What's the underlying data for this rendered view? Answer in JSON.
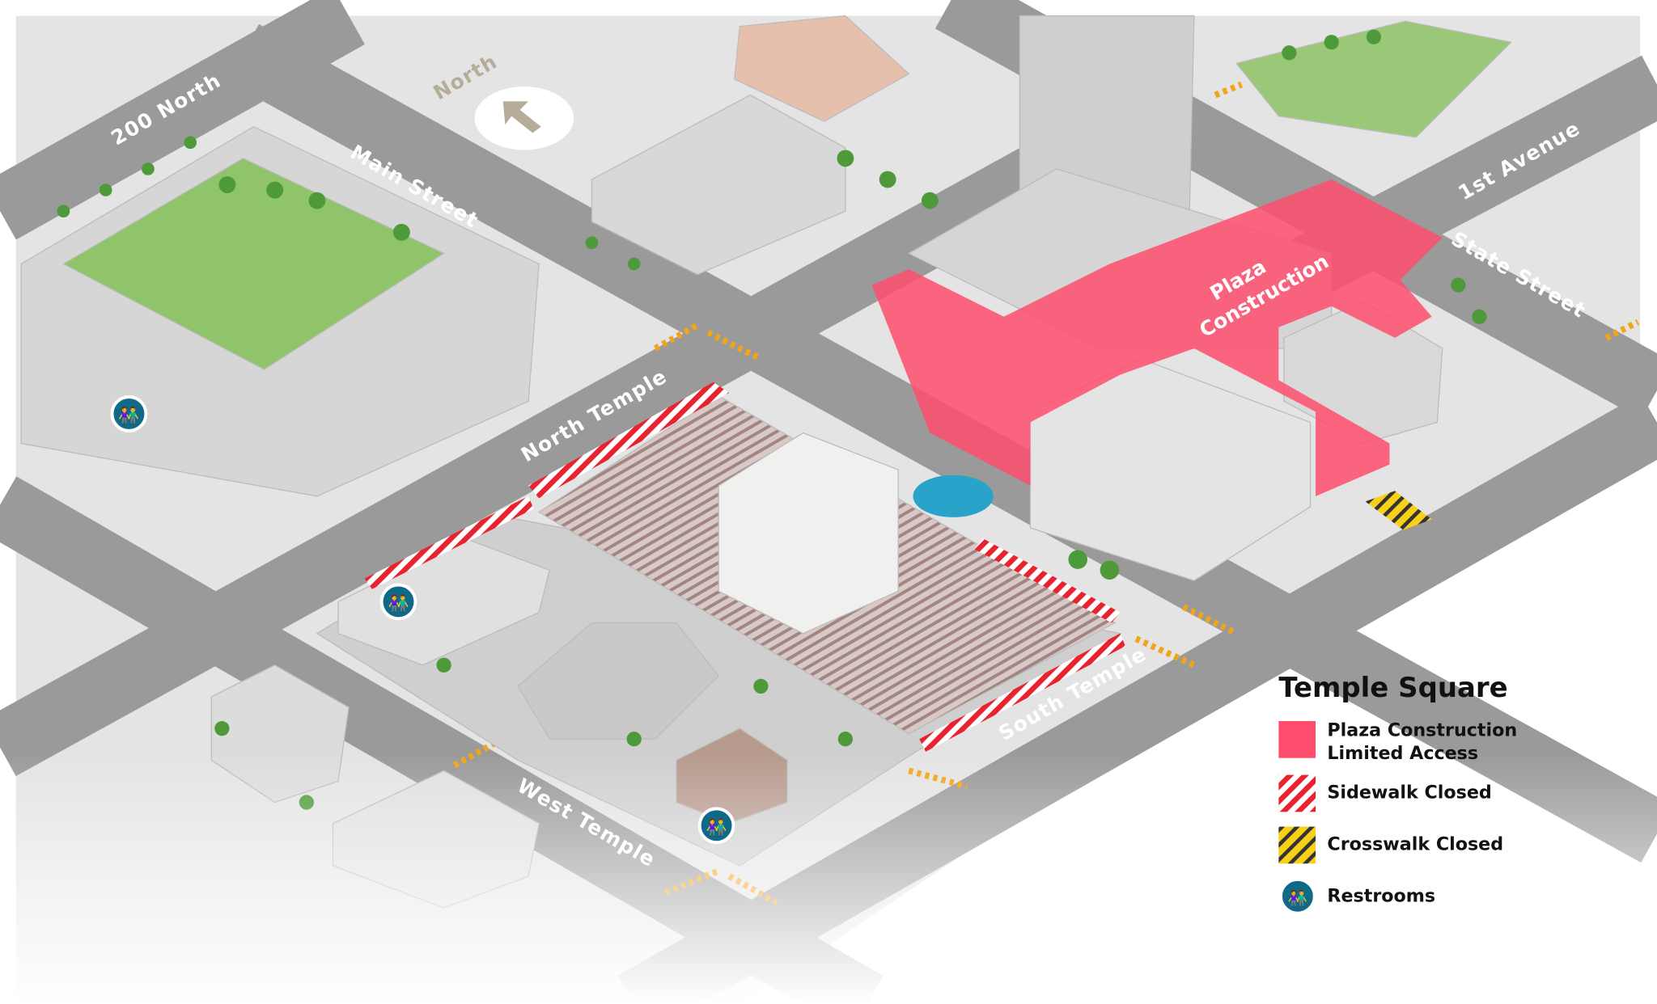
{
  "map": {
    "title": "Temple Square",
    "compass_label": "North",
    "streets": {
      "north_200": "200 North",
      "main_street": "Main Street",
      "north_temple": "North Temple",
      "south_temple": "South Temple",
      "west_temple": "West Temple",
      "first_avenue": "1st Avenue",
      "state_street": "State Street"
    },
    "plaza_label_line1": "Plaza",
    "plaza_label_line2": "Construction"
  },
  "legend": {
    "title": "Temple Square",
    "items": [
      {
        "label_line1": "Plaza Construction",
        "label_line2": "Limited Access",
        "icon": "pink-area-swatch",
        "color": "#ff4d6d"
      },
      {
        "label_line1": "Sidewalk Closed",
        "icon": "red-striped-swatch",
        "color": "#e8222e"
      },
      {
        "label_line1": "Crosswalk Closed",
        "icon": "yellow-striped-swatch",
        "color": "#f7d117"
      },
      {
        "label_line1": "Restrooms",
        "icon": "restroom-icon",
        "color": "#0f6a8a"
      }
    ]
  }
}
